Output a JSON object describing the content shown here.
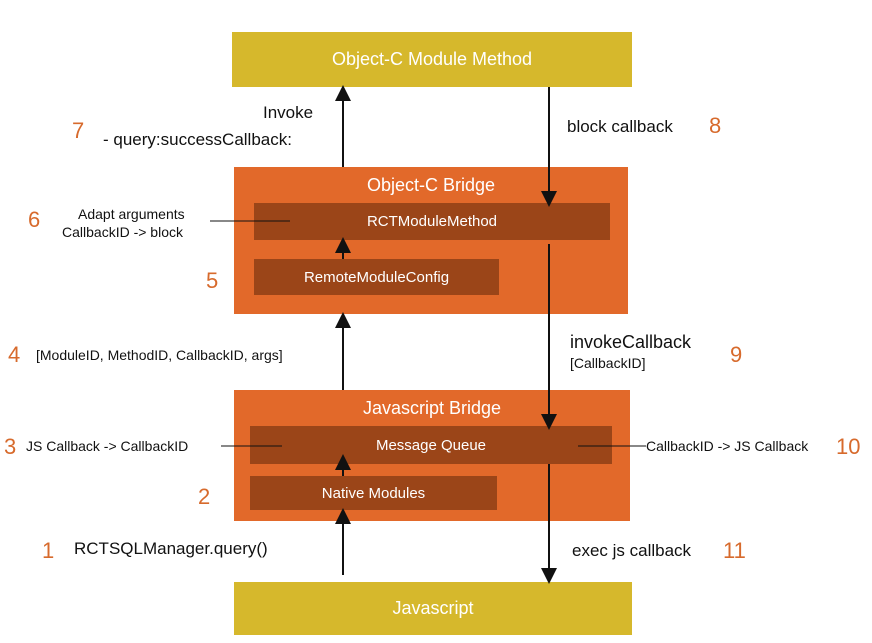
{
  "boxes": {
    "objc_method": "Object-C Module Method",
    "javascript": "Javascript",
    "objc_bridge": {
      "title": "Object-C Bridge",
      "rct_module_method": "RCTModuleMethod",
      "remote_module_config": "RemoteModuleConfig"
    },
    "js_bridge": {
      "title": "Javascript Bridge",
      "message_queue": "Message Queue",
      "native_modules": "Native Modules"
    }
  },
  "steps": {
    "s1": {
      "num": "1",
      "text": "RCTSQLManager.query()"
    },
    "s2": {
      "num": "2"
    },
    "s3": {
      "num": "3",
      "text": "JS Callback -> CallbackID"
    },
    "s4": {
      "num": "4",
      "text": "[ModuleID, MethodID, CallbackID, args]"
    },
    "s5": {
      "num": "5"
    },
    "s6": {
      "num": "6",
      "line1": "Adapt arguments",
      "line2": "CallbackID -> block"
    },
    "s7": {
      "num": "7",
      "line1": "Invoke",
      "line2": "- query:successCallback:"
    },
    "s8": {
      "num": "8",
      "text": "block callback"
    },
    "s9": {
      "num": "9",
      "line1": "invokeCallback",
      "line2": "[CallbackID]"
    },
    "s10": {
      "num": "10",
      "text": "CallbackID -> JS Callback"
    },
    "s11": {
      "num": "11",
      "text": "exec js callback"
    }
  }
}
